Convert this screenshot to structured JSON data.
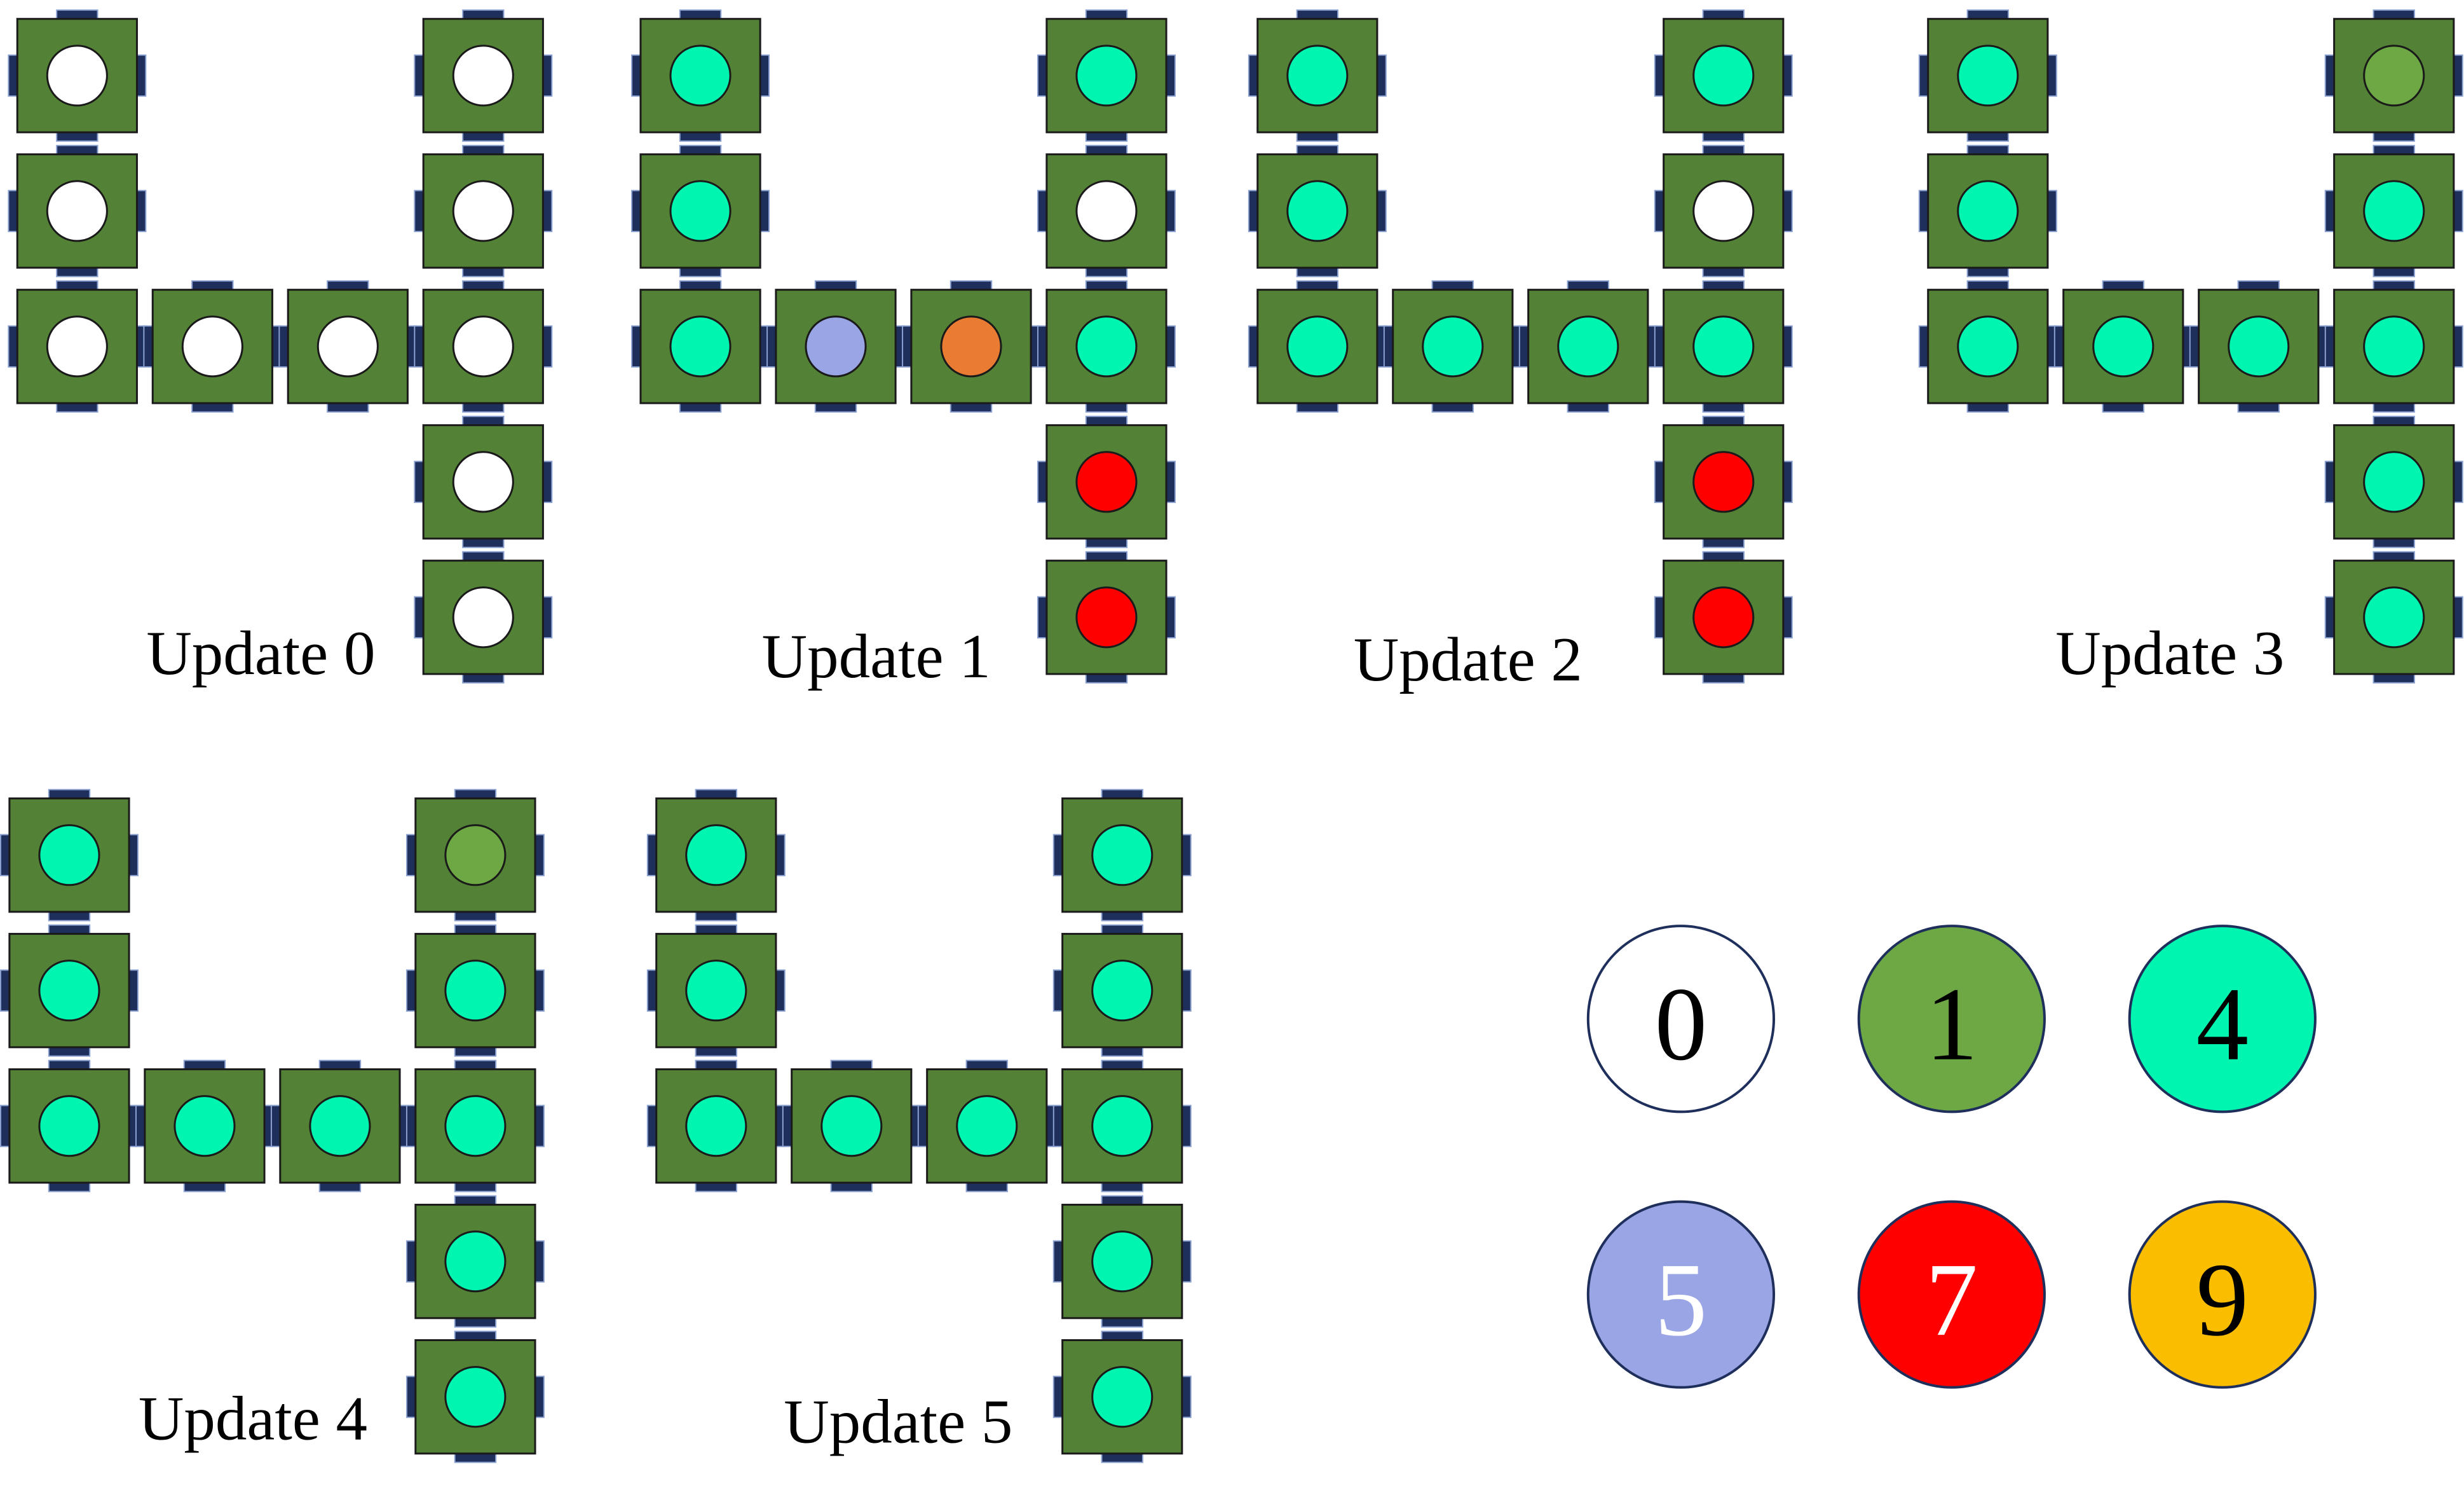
{
  "state_colors": {
    "0": "#ffffff",
    "1": "#6ea844",
    "4": "#00f5b0",
    "5": "#9aa5e6",
    "6": "#ea7b33",
    "7": "#ff0000",
    "9": "#fbbd00"
  },
  "module_fill": "#538135",
  "connector_fill": "#1f2f5c",
  "panels": [
    {
      "label": "Update 0",
      "states": {
        "l0": 0,
        "l1": 0,
        "l2": 0,
        "m1": 0,
        "m2": 0,
        "r0": 0,
        "r1": 0,
        "r2": 0,
        "r3": 0,
        "r4": 0
      }
    },
    {
      "label": "Update 1",
      "states": {
        "l0": 4,
        "l1": 4,
        "l2": 4,
        "m1": 5,
        "m2": 6,
        "r0": 4,
        "r1": 0,
        "r2": 4,
        "r3": 7,
        "r4": 7
      }
    },
    {
      "label": "Update 2",
      "states": {
        "l0": 4,
        "l1": 4,
        "l2": 4,
        "m1": 4,
        "m2": 4,
        "r0": 4,
        "r1": 0,
        "r2": 4,
        "r3": 7,
        "r4": 7
      }
    },
    {
      "label": "Update 3",
      "states": {
        "l0": 4,
        "l1": 4,
        "l2": 4,
        "m1": 4,
        "m2": 4,
        "r0": 1,
        "r1": 4,
        "r2": 4,
        "r3": 4,
        "r4": 4
      }
    },
    {
      "label": "Update 4",
      "states": {
        "l0": 4,
        "l1": 4,
        "l2": 4,
        "m1": 4,
        "m2": 4,
        "r0": 1,
        "r1": 4,
        "r2": 4,
        "r3": 4,
        "r4": 4
      }
    },
    {
      "label": "Update 5",
      "states": {
        "l0": 4,
        "l1": 4,
        "l2": 4,
        "m1": 4,
        "m2": 4,
        "r0": 4,
        "r1": 4,
        "r2": 4,
        "r3": 4,
        "r4": 4
      }
    }
  ],
  "legend": [
    {
      "label": "0",
      "state": "0",
      "text_color": "#000000"
    },
    {
      "label": "1",
      "state": "1",
      "text_color": "#000000"
    },
    {
      "label": "4",
      "state": "4",
      "text_color": "#000000"
    },
    {
      "label": "5",
      "state": "5",
      "text_color": "#ffffff"
    },
    {
      "label": "7",
      "state": "7",
      "text_color": "#ffffff"
    },
    {
      "label": "9",
      "state": "9",
      "text_color": "#000000"
    }
  ]
}
